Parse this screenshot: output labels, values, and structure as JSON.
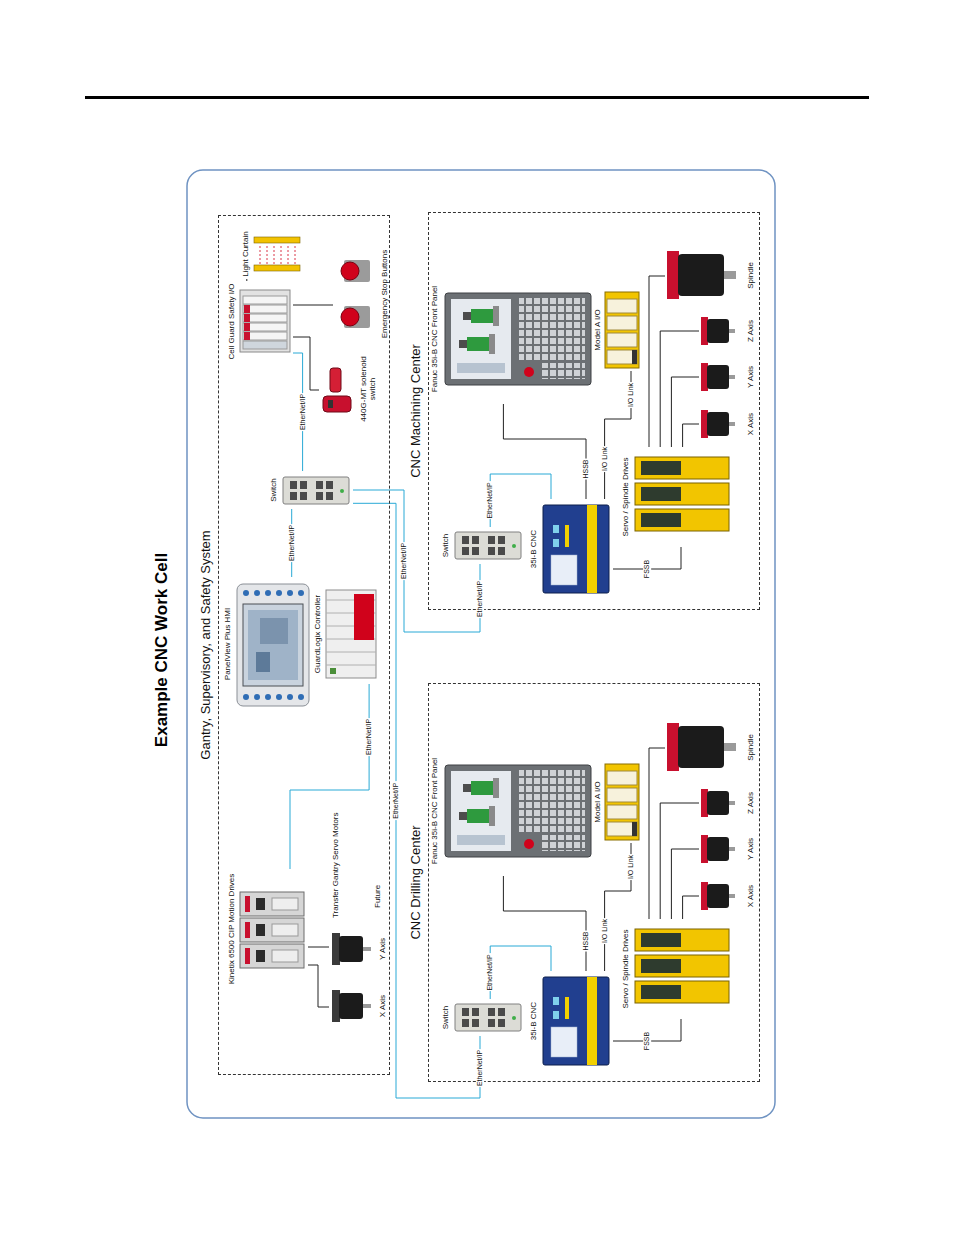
{
  "diagram": {
    "title": "Example CNC Work Cell",
    "nodes": [
      {
        "text": [
          "Gantry, Supervisory, and Safety System"
        ]
      },
      {
        "text": [
          "Kinetix 6500 CIP Motion Drives"
        ],
        "in": 0
      },
      {
        "text": [
          "X Axis"
        ],
        "in": 0
      },
      {
        "text": [
          "Y Axis"
        ],
        "in": 0
      },
      {
        "text": [
          "PanelView Plus HMI"
        ],
        "in": 0
      },
      {
        "text": [
          "GuardLogix Controller"
        ],
        "in": 0
      },
      {
        "text": [
          "Switch"
        ],
        "in": 0
      },
      {
        "text": [
          "Cell Guard Safety I/O"
        ],
        "in": 0
      },
      {
        "text": [
          "Light Curtain"
        ],
        "in": 0
      },
      {
        "text": [
          "Emergency Stop Buttons"
        ],
        "in": 0
      },
      {
        "text": [
          "440G-MT solenoid switch"
        ],
        "in": 0
      },
      {
        "text": [
          "CNC Drilling Center"
        ]
      },
      {
        "text": [
          "Switch"
        ],
        "in": 11
      },
      {
        "text": [
          "35i-B CNC"
        ],
        "in": 11
      },
      {
        "text": [
          "Fanuc 35i-B CNC Front Panel"
        ],
        "in": 11
      },
      {
        "text": [
          "Model A I/O"
        ],
        "in": 11
      },
      {
        "text": [
          "Servo / Spindle Drives"
        ],
        "in": 11
      },
      {
        "text": [
          "X Axis"
        ],
        "in": 11
      },
      {
        "text": [
          "Y Axis"
        ],
        "in": 11
      },
      {
        "text": [
          "Z Axis"
        ],
        "in": 11
      },
      {
        "text": [
          "Spindle"
        ],
        "in": 11
      },
      {
        "text": [
          "CNC Machining Center"
        ]
      },
      {
        "text": [
          "Switch"
        ],
        "in": 21
      },
      {
        "text": [
          "35i-B CNC"
        ],
        "in": 21
      },
      {
        "text": [
          "Fanuc 35i-B CNC Front Panel"
        ],
        "in": 21
      },
      {
        "text": [
          "Model A I/O"
        ],
        "in": 21
      },
      {
        "text": [
          "Servo / Spindle Drives"
        ],
        "in": 21
      },
      {
        "text": [
          "X Axis"
        ],
        "in": 21
      },
      {
        "text": [
          "Y Axis"
        ],
        "in": 21
      },
      {
        "text": [
          "Z Axis"
        ],
        "in": 21
      },
      {
        "text": [
          "Spindle"
        ],
        "in": 21
      }
    ],
    "edges": [
      {
        "from": 6,
        "to": 7,
        "label": "EtherNet/IP",
        "arrow": "none"
      },
      {
        "from": 6,
        "to": 4,
        "label": "EtherNet/IP",
        "arrow": "none"
      },
      {
        "from": 6,
        "to": 22,
        "label": "EtherNet/IP",
        "arrow": "none"
      },
      {
        "from": 6,
        "to": 12,
        "label": "EtherNet/IP",
        "arrow": "none"
      },
      {
        "from": 5,
        "to": 1,
        "label": "EtherNet/IP",
        "arrow": "none"
      },
      {
        "from": 1,
        "to": 2,
        "arrow": "none"
      },
      {
        "from": 1,
        "to": 3,
        "arrow": "none"
      },
      {
        "from": 7,
        "to": 8,
        "arrow": "none"
      },
      {
        "from": 7,
        "to": 9,
        "arrow": "none"
      },
      {
        "from": 7,
        "to": 10,
        "arrow": "none"
      },
      {
        "from": 12,
        "to": 13,
        "label": "EtherNet/IP",
        "arrow": "none"
      },
      {
        "from": 14,
        "to": 13,
        "label": "HSSB",
        "arrow": "none"
      },
      {
        "from": 13,
        "to": 15,
        "label": "I/O Link",
        "arrow": "none"
      },
      {
        "from": 13,
        "to": 16,
        "label": "FSSB",
        "arrow": "none"
      },
      {
        "from": 16,
        "to": 20,
        "arrow": "none"
      },
      {
        "from": 16,
        "to": 19,
        "arrow": "none"
      },
      {
        "from": 16,
        "to": 18,
        "arrow": "none"
      },
      {
        "from": 16,
        "to": 17,
        "arrow": "none"
      },
      {
        "from": 22,
        "to": 23,
        "label": "EtherNet/IP",
        "arrow": "none"
      },
      {
        "from": 24,
        "to": 23,
        "label": "HSSB",
        "arrow": "none"
      },
      {
        "from": 23,
        "to": 25,
        "label": "I/O Link",
        "arrow": "none"
      },
      {
        "from": 23,
        "to": 26,
        "label": "FSSB",
        "arrow": "none"
      },
      {
        "from": 26,
        "to": 30,
        "arrow": "none"
      },
      {
        "from": 26,
        "to": 29,
        "arrow": "none"
      },
      {
        "from": 26,
        "to": 28,
        "arrow": "none"
      },
      {
        "from": 26,
        "to": 27,
        "arrow": "none"
      }
    ],
    "labels": [
      "Transfer Gantry Servo Motors",
      "Future",
      "EtherNet/IP",
      "I/O Link",
      "EtherNet/IP",
      "I/O Link"
    ]
  }
}
